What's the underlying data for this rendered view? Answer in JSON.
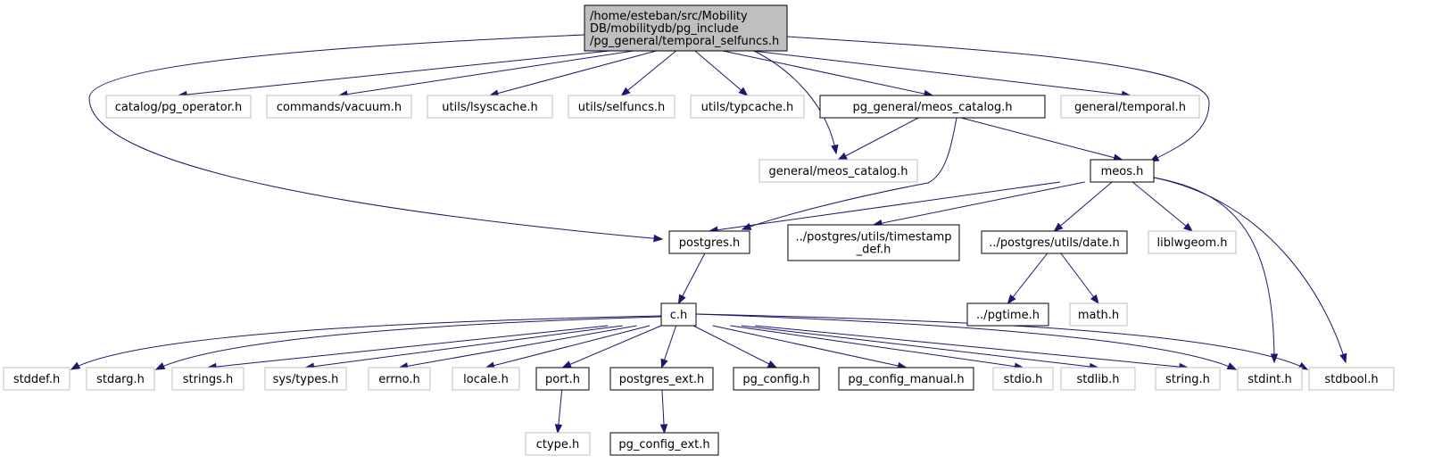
{
  "graph": {
    "colors": {
      "edge": "#191970",
      "root_fill": "#bfbfbf",
      "gray_border": "#bfbfbf",
      "black_border": "#000000"
    },
    "nodes": {
      "root": {
        "lines": [
          "/home/esteban/src/Mobility",
          "DB/mobilitydb/pg_include",
          "/pg_general/temporal_selfuncs.h"
        ],
        "style": "root"
      },
      "pg_operator": {
        "lines": [
          "catalog/pg_operator.h"
        ],
        "style": "gray"
      },
      "vacuum": {
        "lines": [
          "commands/vacuum.h"
        ],
        "style": "gray"
      },
      "lsyscache": {
        "lines": [
          "utils/lsyscache.h"
        ],
        "style": "gray"
      },
      "selfuncs": {
        "lines": [
          "utils/selfuncs.h"
        ],
        "style": "gray"
      },
      "typcache": {
        "lines": [
          "utils/typcache.h"
        ],
        "style": "gray"
      },
      "pg_meos_catalog": {
        "lines": [
          "pg_general/meos_catalog.h"
        ],
        "style": "black"
      },
      "general_temporal": {
        "lines": [
          "general/temporal.h"
        ],
        "style": "gray"
      },
      "general_meos_catalog": {
        "lines": [
          "general/meos_catalog.h"
        ],
        "style": "gray"
      },
      "meos": {
        "lines": [
          "meos.h"
        ],
        "style": "black"
      },
      "postgres": {
        "lines": [
          "postgres.h"
        ],
        "style": "black"
      },
      "timestamp_def": {
        "lines": [
          "../postgres/utils/timestamp",
          "_def.h"
        ],
        "style": "black"
      },
      "date": {
        "lines": [
          "../postgres/utils/date.h"
        ],
        "style": "black"
      },
      "liblwgeom": {
        "lines": [
          "liblwgeom.h"
        ],
        "style": "gray"
      },
      "pgtime": {
        "lines": [
          "../pgtime.h"
        ],
        "style": "black"
      },
      "math": {
        "lines": [
          "math.h"
        ],
        "style": "gray"
      },
      "c": {
        "lines": [
          "c.h"
        ],
        "style": "black"
      },
      "stddef": {
        "lines": [
          "stddef.h"
        ],
        "style": "gray"
      },
      "stdarg": {
        "lines": [
          "stdarg.h"
        ],
        "style": "gray"
      },
      "strings": {
        "lines": [
          "strings.h"
        ],
        "style": "gray"
      },
      "sys_types": {
        "lines": [
          "sys/types.h"
        ],
        "style": "gray"
      },
      "errno": {
        "lines": [
          "errno.h"
        ],
        "style": "gray"
      },
      "locale": {
        "lines": [
          "locale.h"
        ],
        "style": "gray"
      },
      "port": {
        "lines": [
          "port.h"
        ],
        "style": "black"
      },
      "postgres_ext": {
        "lines": [
          "postgres_ext.h"
        ],
        "style": "black"
      },
      "pg_config": {
        "lines": [
          "pg_config.h"
        ],
        "style": "black"
      },
      "pg_config_manual": {
        "lines": [
          "pg_config_manual.h"
        ],
        "style": "black"
      },
      "stdio": {
        "lines": [
          "stdio.h"
        ],
        "style": "gray"
      },
      "stdlib": {
        "lines": [
          "stdlib.h"
        ],
        "style": "gray"
      },
      "string": {
        "lines": [
          "string.h"
        ],
        "style": "gray"
      },
      "stdint": {
        "lines": [
          "stdint.h"
        ],
        "style": "gray"
      },
      "stdbool": {
        "lines": [
          "stdbool.h"
        ],
        "style": "gray"
      },
      "ctype": {
        "lines": [
          "ctype.h"
        ],
        "style": "gray"
      },
      "pg_config_ext": {
        "lines": [
          "pg_config_ext.h"
        ],
        "style": "black"
      }
    },
    "edges": [
      [
        "root",
        "pg_operator"
      ],
      [
        "root",
        "vacuum"
      ],
      [
        "root",
        "lsyscache"
      ],
      [
        "root",
        "selfuncs"
      ],
      [
        "root",
        "typcache"
      ],
      [
        "root",
        "general_meos_catalog"
      ],
      [
        "root",
        "pg_meos_catalog"
      ],
      [
        "root",
        "general_temporal"
      ],
      [
        "root",
        "meos"
      ],
      [
        "root",
        "postgres"
      ],
      [
        "pg_meos_catalog",
        "general_meos_catalog"
      ],
      [
        "pg_meos_catalog",
        "meos"
      ],
      [
        "pg_meos_catalog",
        "postgres"
      ],
      [
        "meos",
        "postgres"
      ],
      [
        "meos",
        "timestamp_def"
      ],
      [
        "meos",
        "date"
      ],
      [
        "meos",
        "liblwgeom"
      ],
      [
        "meos",
        "stdint"
      ],
      [
        "meos",
        "stdbool"
      ],
      [
        "postgres",
        "c"
      ],
      [
        "date",
        "pgtime"
      ],
      [
        "date",
        "math"
      ],
      [
        "c",
        "stddef"
      ],
      [
        "c",
        "stdarg"
      ],
      [
        "c",
        "strings"
      ],
      [
        "c",
        "sys_types"
      ],
      [
        "c",
        "errno"
      ],
      [
        "c",
        "locale"
      ],
      [
        "c",
        "port"
      ],
      [
        "c",
        "postgres_ext"
      ],
      [
        "c",
        "pg_config"
      ],
      [
        "c",
        "pg_config_manual"
      ],
      [
        "c",
        "stdio"
      ],
      [
        "c",
        "stdlib"
      ],
      [
        "c",
        "string"
      ],
      [
        "c",
        "stdint"
      ],
      [
        "c",
        "stdbool"
      ],
      [
        "port",
        "ctype"
      ],
      [
        "postgres_ext",
        "pg_config_ext"
      ]
    ]
  }
}
